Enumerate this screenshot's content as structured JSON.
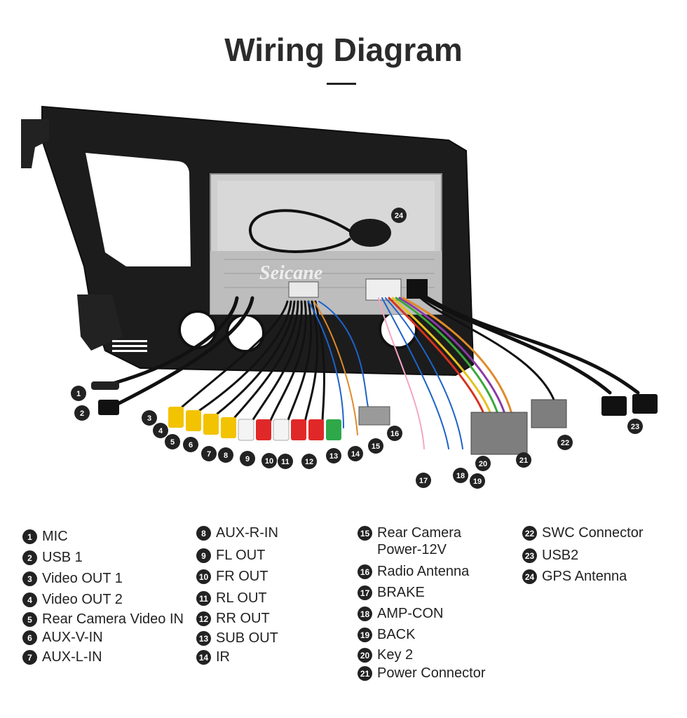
{
  "header": {
    "title": "Wiring Diagram"
  },
  "diagram": {
    "watermark": "Seicane",
    "callouts": [
      "1",
      "2",
      "3",
      "4",
      "5",
      "6",
      "7",
      "8",
      "9",
      "10",
      "11",
      "12",
      "13",
      "14",
      "15",
      "16",
      "17",
      "18",
      "19",
      "20",
      "21",
      "22",
      "23",
      "24"
    ]
  },
  "legend": {
    "columns": [
      [
        {
          "num": "1",
          "label": "MIC"
        },
        {
          "num": "2",
          "label": "USB 1"
        },
        {
          "num": "3",
          "label": "Video OUT 1"
        },
        {
          "num": "4",
          "label": "Video OUT 2"
        },
        {
          "num": "5",
          "label": "Rear Camera Video IN"
        },
        {
          "num": "6",
          "label": "AUX-V-IN"
        },
        {
          "num": "7",
          "label": "AUX-L-IN"
        }
      ],
      [
        {
          "num": "8",
          "label": "AUX-R-IN"
        },
        {
          "num": "9",
          "label": "FL OUT"
        },
        {
          "num": "10",
          "label": "FR OUT"
        },
        {
          "num": "11",
          "label": "RL OUT"
        },
        {
          "num": "12",
          "label": "RR OUT"
        },
        {
          "num": "13",
          "label": "SUB OUT"
        },
        {
          "num": "14",
          "label": "IR"
        }
      ],
      [
        {
          "num": "15",
          "label": "Rear Camera\nPower-12V"
        },
        {
          "num": "16",
          "label": "Radio Antenna"
        },
        {
          "num": "17",
          "label": "BRAKE"
        },
        {
          "num": "18",
          "label": "AMP-CON"
        },
        {
          "num": "19",
          "label": "BACK"
        },
        {
          "num": "20",
          "label": "Key 2"
        },
        {
          "num": "21",
          "label": "Power Connector"
        }
      ],
      [
        {
          "num": "22",
          "label": "SWC Connector"
        },
        {
          "num": "23",
          "label": "USB2"
        },
        {
          "num": "24",
          "label": "GPS Antenna"
        }
      ]
    ]
  }
}
